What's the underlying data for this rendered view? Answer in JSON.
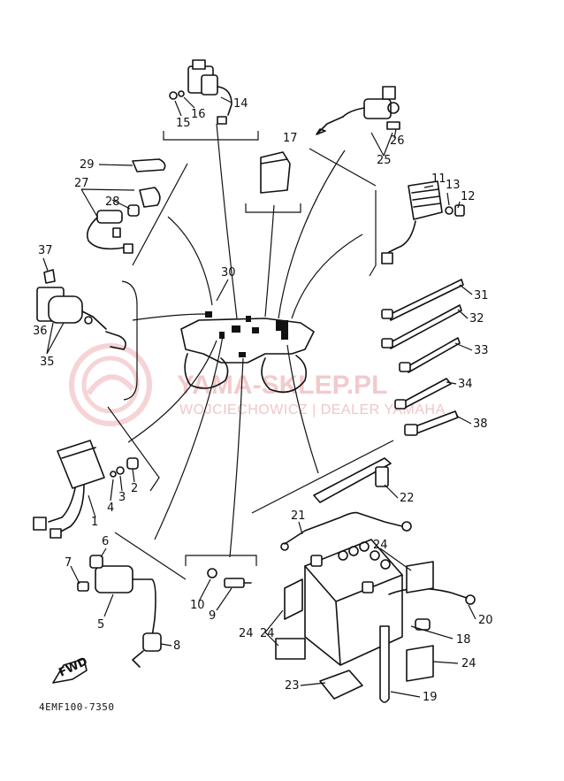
{
  "diagram_code": "4EMF100-7350",
  "fwd_label": "FWD",
  "watermark": {
    "title": "YAMA-SKLEP.PL",
    "subtitle": "WOJCIECHOWICZ | DEALER YAMAHA"
  },
  "callouts": [
    "1",
    "2",
    "3",
    "4",
    "5",
    "6",
    "7",
    "8",
    "9",
    "10",
    "11",
    "12",
    "13",
    "14",
    "15",
    "16",
    "17",
    "18",
    "19",
    "20",
    "21",
    "22",
    "23",
    "24",
    "24",
    "24",
    "24",
    "25",
    "26",
    "27",
    "28",
    "29",
    "30",
    "31",
    "32",
    "33",
    "34",
    "35",
    "36",
    "37",
    "38"
  ]
}
